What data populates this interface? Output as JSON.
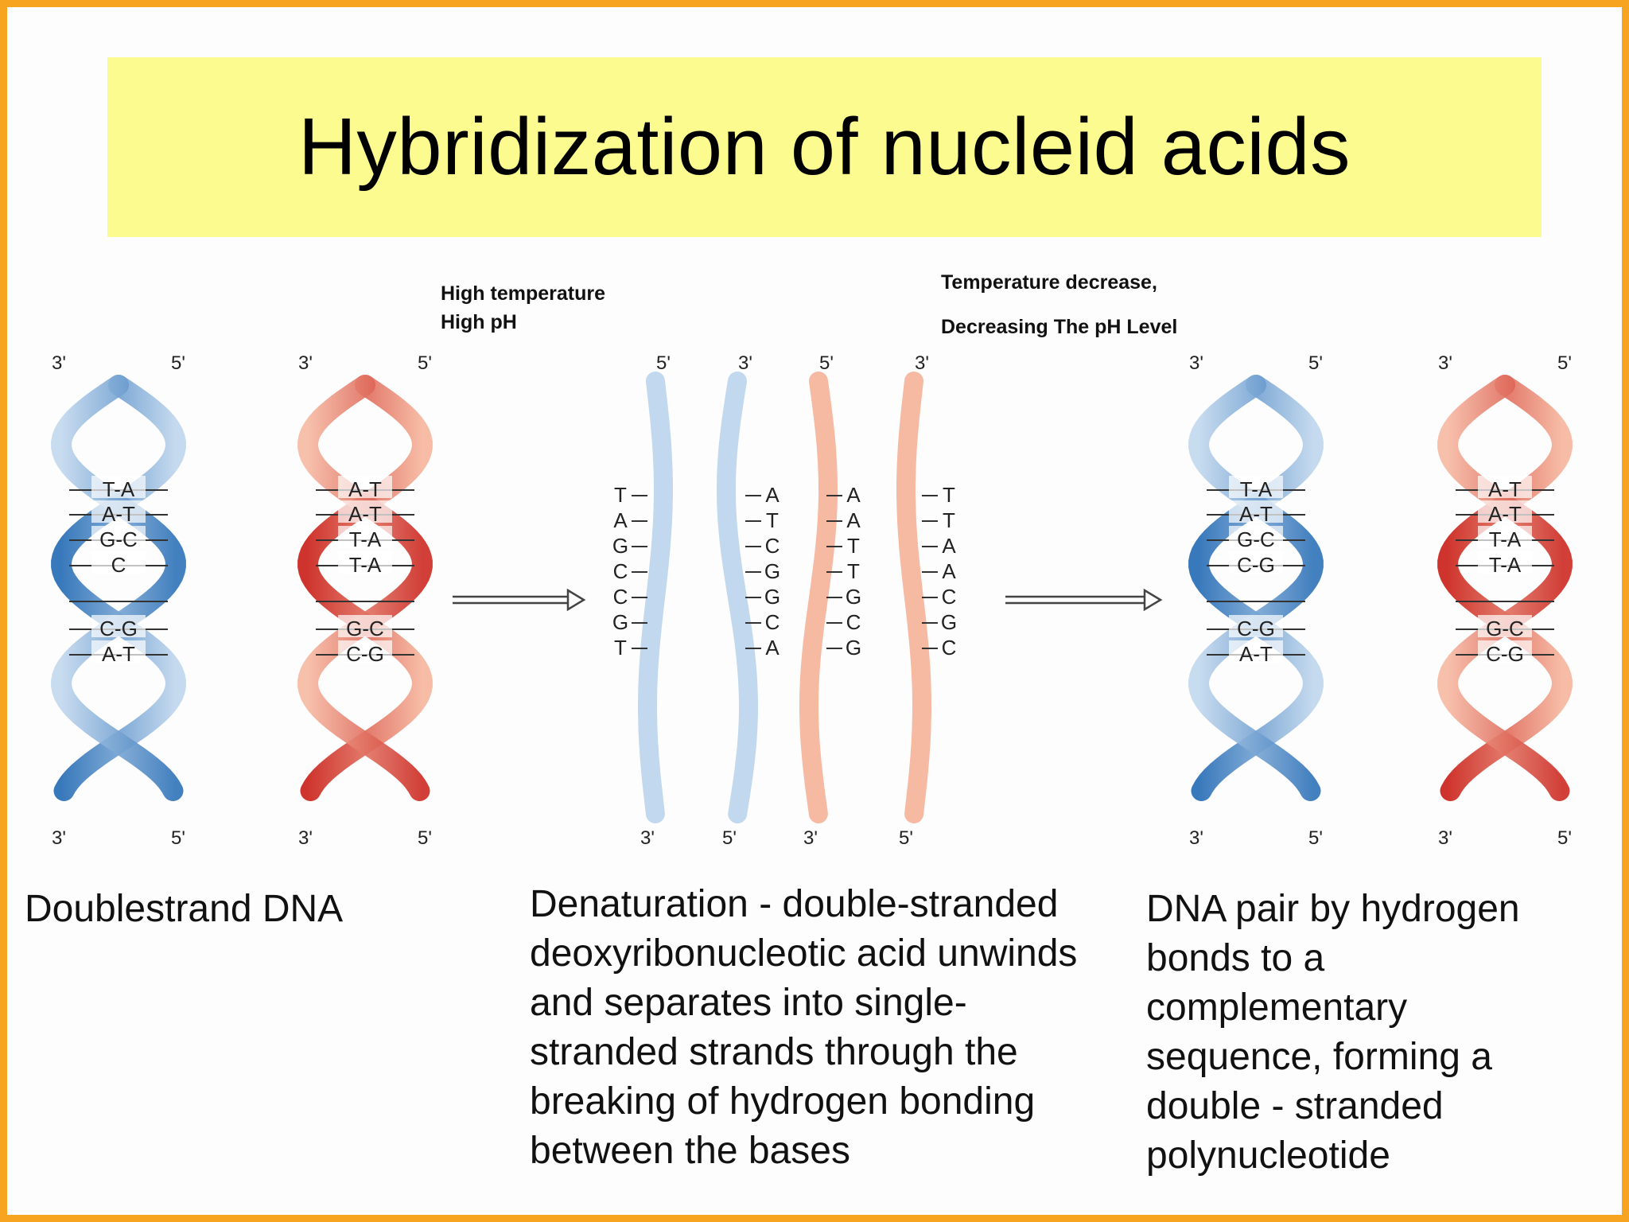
{
  "title": "Hybridization of nucleid acids",
  "conditions": {
    "denature": [
      "High temperature",
      "High pH"
    ],
    "renature": [
      "Temperature decrease,",
      "Decreasing The pH Level"
    ]
  },
  "captions": {
    "double_strand": "Doublestrand DNA",
    "denaturation": "Denaturation - double-stranded deoxyribonucleotic acid unwinds and separates into single-stranded strands through the breaking of hydrogen bonding between the bases",
    "pairing": "DNA pair by hydrogen bonds to a complementary sequence, forming a double - stranded polynucleotide"
  },
  "colors": {
    "blue_dark": "#2e72b8",
    "blue_light": "#c2d8ee",
    "red_dark": "#cc2a22",
    "red_light": "#f6b9a2",
    "border": "#f7a520",
    "title_bg": "#fbfb8f"
  },
  "helix_blue": {
    "end_labels": [
      "3'",
      "5'",
      "3'",
      "5'"
    ],
    "pairs": [
      "T-A",
      "A-T",
      "G-C",
      "C",
      "",
      "C-G",
      "A-T"
    ]
  },
  "helix_red": {
    "end_labels": [
      "3'",
      "5'",
      "3'",
      "5'"
    ],
    "pairs": [
      "A-T",
      "A-T",
      "T-A",
      "T-A",
      "",
      "G-C",
      "C-G"
    ]
  },
  "single_strands": [
    {
      "color": "blue",
      "top": "5'",
      "bottom": "3'",
      "bases": [
        "T",
        "A",
        "G",
        "C",
        "C",
        "G",
        "T"
      ]
    },
    {
      "color": "blue",
      "top": "3'",
      "bottom": "5'",
      "bases": [
        "A",
        "T",
        "C",
        "G",
        "G",
        "C",
        "A"
      ]
    },
    {
      "color": "red",
      "top": "5'",
      "bottom": "3'",
      "bases": [
        "A",
        "A",
        "T",
        "T",
        "G",
        "C",
        "G"
      ]
    },
    {
      "color": "red",
      "top": "3'",
      "bottom": "5'",
      "bases": [
        "T",
        "T",
        "A",
        "A",
        "C",
        "G",
        "C"
      ]
    }
  ],
  "helix_blue_2": {
    "end_labels": [
      "3'",
      "5'",
      "3'",
      "5'"
    ],
    "pairs": [
      "T-A",
      "A-T",
      "G-C",
      "C-G",
      "",
      "C-G",
      "A-T"
    ]
  },
  "helix_red_2": {
    "end_labels": [
      "3'",
      "5'",
      "3'",
      "5'"
    ],
    "pairs": [
      "A-T",
      "A-T",
      "T-A",
      "T-A",
      "",
      "G-C",
      "C-G"
    ]
  }
}
